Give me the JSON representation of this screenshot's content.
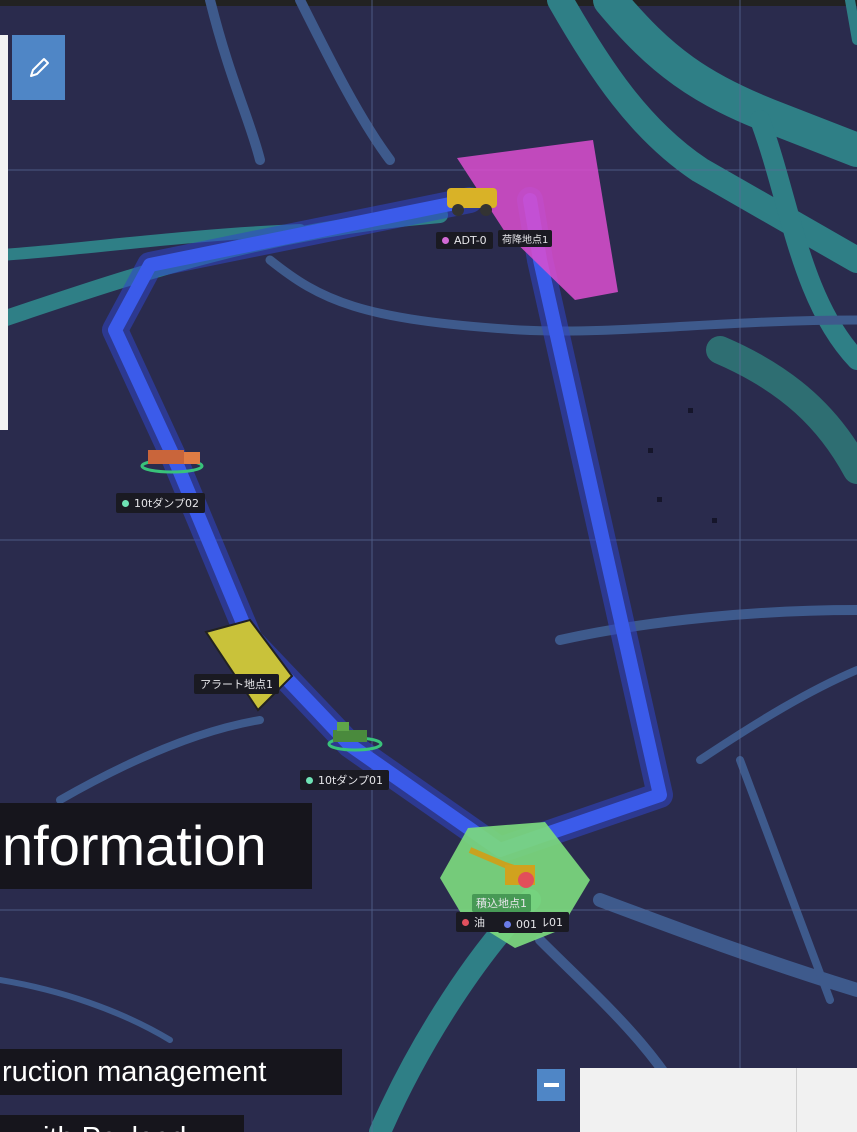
{
  "map": {
    "markers": [
      {
        "id": "adt",
        "label": "ADT-0",
        "dot_color": "#d36ad6"
      },
      {
        "id": "dump02",
        "label": "10tダンプ02",
        "dot_color": "#6fe3b5"
      },
      {
        "id": "dump01",
        "label": "10tダンプ01",
        "dot_color": "#6fe3b5"
      },
      {
        "id": "excavator",
        "label": "油",
        "dot_color": "#e2505e"
      },
      {
        "id": "unit001",
        "label": "001",
        "dot_color": "#6a7ce8"
      }
    ],
    "zones": [
      {
        "id": "unload",
        "label": "荷降地点1",
        "color": "#e055d0"
      },
      {
        "id": "alert",
        "label": "アラート地点1",
        "color": "#c9c23a"
      },
      {
        "id": "loading",
        "label": "積込地点1",
        "color": "#6ed87a"
      }
    ],
    "extra_label": "ル01"
  },
  "overlay": {
    "headline": "nformation",
    "subtitle": "ruction management",
    "subtitle2": "with Payload"
  },
  "controls": {
    "pen_icon": "pencil-icon",
    "zoom_out_icon": "minus-icon"
  }
}
